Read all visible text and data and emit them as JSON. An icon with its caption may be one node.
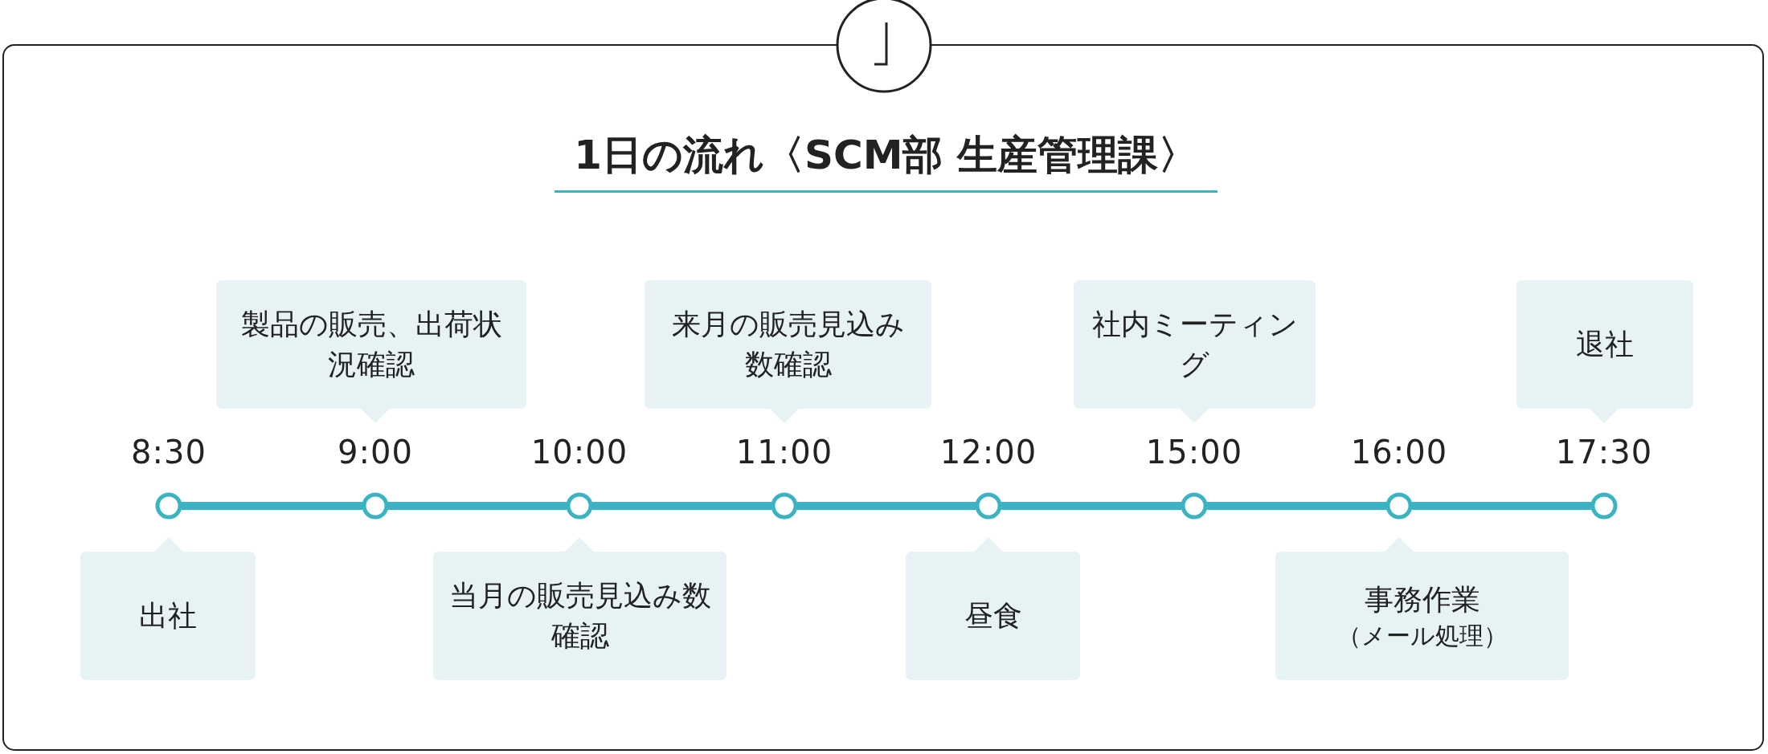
{
  "diagram": {
    "title": "1日の流れ〈SCM部 生産管理課〉",
    "nodes": [
      {
        "text": [],
        "shape": "circle",
        "beside": [
          "8:30"
        ]
      },
      {
        "text": [],
        "shape": "circle",
        "beside": [
          "9:00"
        ]
      },
      {
        "text": [],
        "shape": "circle",
        "beside": [
          "10:00"
        ]
      },
      {
        "text": [],
        "shape": "circle",
        "beside": [
          "11:00"
        ]
      },
      {
        "text": [],
        "shape": "circle",
        "beside": [
          "12:00"
        ]
      },
      {
        "text": [],
        "shape": "circle",
        "beside": [
          "15:00"
        ]
      },
      {
        "text": [],
        "shape": "circle",
        "beside": [
          "16:00"
        ]
      },
      {
        "text": [],
        "shape": "circle",
        "beside": [
          "17:30"
        ]
      },
      {
        "text": [
          "製品の販売、出荷状況確認"
        ]
      },
      {
        "text": [
          "来月の販売見込み数確認"
        ]
      },
      {
        "text": [
          "社内ミーティング"
        ]
      },
      {
        "text": [
          "退社"
        ]
      },
      {
        "text": [
          "出社"
        ]
      },
      {
        "text": [
          "当月の販売見込み数確認"
        ]
      },
      {
        "text": [
          "昼食"
        ]
      },
      {
        "text": [
          "事務作業",
          "（メール処理）"
        ]
      }
    ],
    "edges": [
      {
        "from": 0,
        "to": 1,
        "arrow": "none"
      },
      {
        "from": 1,
        "to": 2,
        "arrow": "none"
      },
      {
        "from": 2,
        "to": 3,
        "arrow": "none"
      },
      {
        "from": 3,
        "to": 4,
        "arrow": "none"
      },
      {
        "from": 4,
        "to": 5,
        "arrow": "none"
      },
      {
        "from": 5,
        "to": 6,
        "arrow": "none"
      },
      {
        "from": 6,
        "to": 7,
        "arrow": "none"
      }
    ]
  }
}
